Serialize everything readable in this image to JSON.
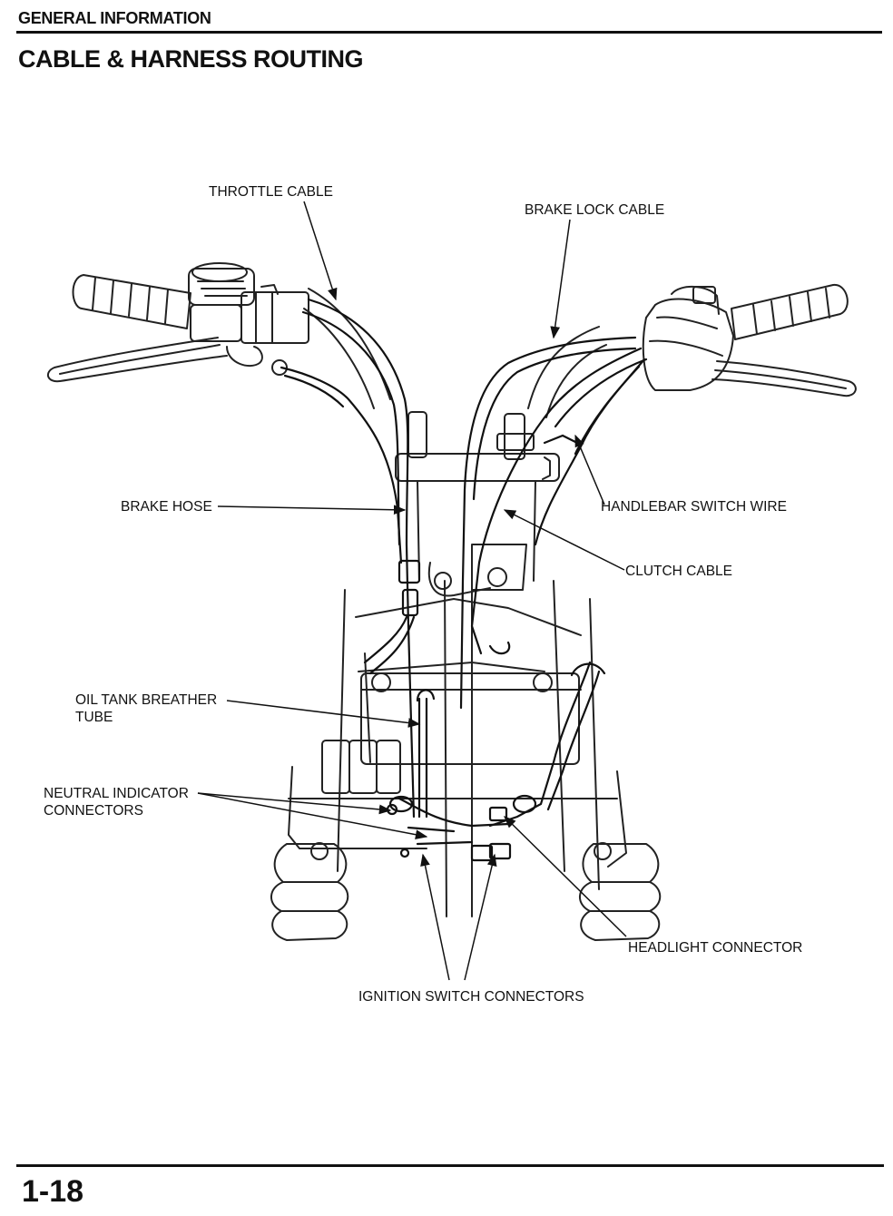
{
  "header": {
    "section": "GENERAL INFORMATION",
    "title": "CABLE & HARNESS ROUTING"
  },
  "footer": {
    "page_number": "1-18"
  },
  "labels": {
    "throttle_cable": "THROTTLE CABLE",
    "brake_lock_cable": "BRAKE LOCK CABLE",
    "brake_hose": "BRAKE HOSE",
    "handlebar_switch_wire": "HANDLEBAR  SWITCH WIRE",
    "clutch_cable": "CLUTCH CABLE",
    "oil_tank_breather_tube": "OIL TANK BREATHER\nTUBE",
    "neutral_indicator_connectors": "NEUTRAL INDICATOR\nCONNECTORS",
    "headlight_connector": "HEADLIGHT CONNECTOR",
    "ignition_switch_connectors": "IGNITION SWITCH CONNECTORS"
  }
}
